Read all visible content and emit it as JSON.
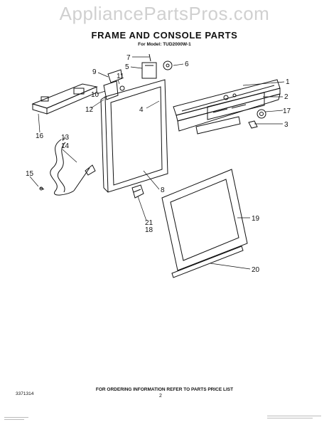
{
  "watermark": "AppliancePartsPros.com",
  "title": "FRAME AND CONSOLE PARTS",
  "subtitle": "For Model: TUD2000W-1",
  "callouts": [
    "1",
    "2",
    "3",
    "4",
    "5",
    "6",
    "7",
    "8",
    "9",
    "10",
    "11",
    "12",
    "13",
    "14",
    "15",
    "16",
    "17",
    "18",
    "19",
    "20",
    "21"
  ],
  "footer": {
    "code": "3371314",
    "note": "FOR ORDERING INFORMATION REFER TO PARTS PRICE LIST",
    "page": "2"
  }
}
